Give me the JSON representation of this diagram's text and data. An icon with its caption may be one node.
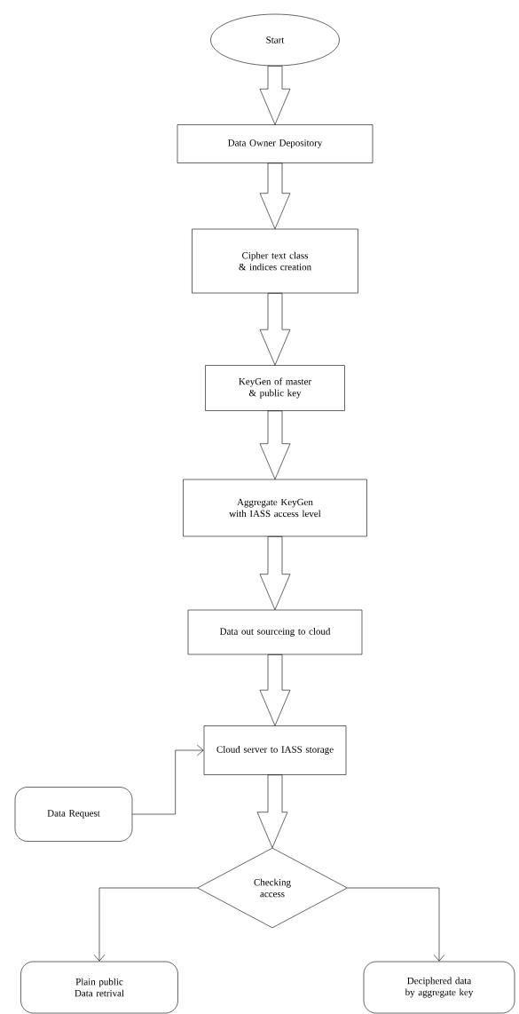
{
  "diagram": {
    "nodes": [
      {
        "text": [
          "Start"
        ]
      },
      {
        "text": [
          "Data Owner Depository"
        ]
      },
      {
        "text": [
          "Cipher text class & indices creation"
        ]
      },
      {
        "text": [
          "KeyGen of master & public key"
        ]
      },
      {
        "text": [
          "Aggregate KeyGen with IASS access level"
        ]
      },
      {
        "text": [
          "Data out sourceing to cloud"
        ]
      },
      {
        "text": [
          "Cloud server to IASS storage"
        ]
      },
      {
        "text": [
          "Data Request"
        ]
      },
      {
        "text": [
          "Checking access"
        ]
      },
      {
        "text": [
          "Plain public Data retrival"
        ]
      },
      {
        "text": [
          "Deciphered data by aggregate key"
        ]
      }
    ],
    "edges": [
      {
        "from": 0,
        "to": 1,
        "arrow": "to",
        "style": "thick"
      },
      {
        "from": 1,
        "to": 2,
        "arrow": "to",
        "style": "thick"
      },
      {
        "from": 2,
        "to": 3,
        "arrow": "to",
        "style": "thick"
      },
      {
        "from": 3,
        "to": 4,
        "arrow": "to",
        "style": "thick"
      },
      {
        "from": 4,
        "to": 5,
        "arrow": "to",
        "style": "thick"
      },
      {
        "from": 5,
        "to": 6,
        "arrow": "to",
        "style": "thick"
      },
      {
        "from": 7,
        "to": 6,
        "arrow": "to"
      },
      {
        "from": 6,
        "to": 8,
        "arrow": "to",
        "style": "thick"
      },
      {
        "from": 8,
        "to": 9,
        "arrow": "to"
      },
      {
        "from": 8,
        "to": 10,
        "arrow": "to"
      }
    ]
  }
}
